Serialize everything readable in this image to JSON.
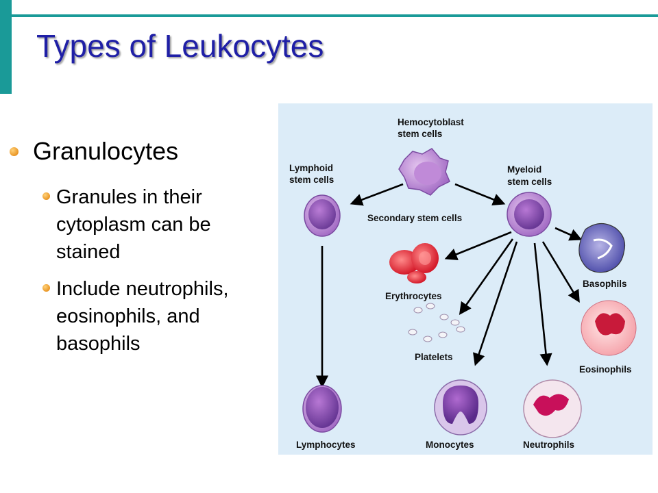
{
  "slide": {
    "title": "Types of Leukocytes",
    "bullet": "Granulocytes",
    "sub_bullets": [
      "Granules in their cytoplasm can be stained",
      "Include neutrophils, eosinophils, and basophils"
    ]
  },
  "diagram": {
    "hemocytoblast": [
      "Hemocytoblast",
      "stem cells"
    ],
    "lymphoid": [
      "Lymphoid",
      "stem cells"
    ],
    "myeloid": [
      "Myeloid",
      "stem cells"
    ],
    "secondary": "Secondary stem cells",
    "basophils": "Basophils",
    "erythrocytes": "Erythrocytes",
    "eosinophils": "Eosinophils",
    "platelets": "Platelets",
    "lymphocytes": "Lymphocytes",
    "monocytes": "Monocytes",
    "neutrophils": "Neutrophils"
  },
  "colors": {
    "title": "#1f1fa6",
    "accent": "#1a9a98",
    "diagram_bg": "#dcecf8"
  }
}
